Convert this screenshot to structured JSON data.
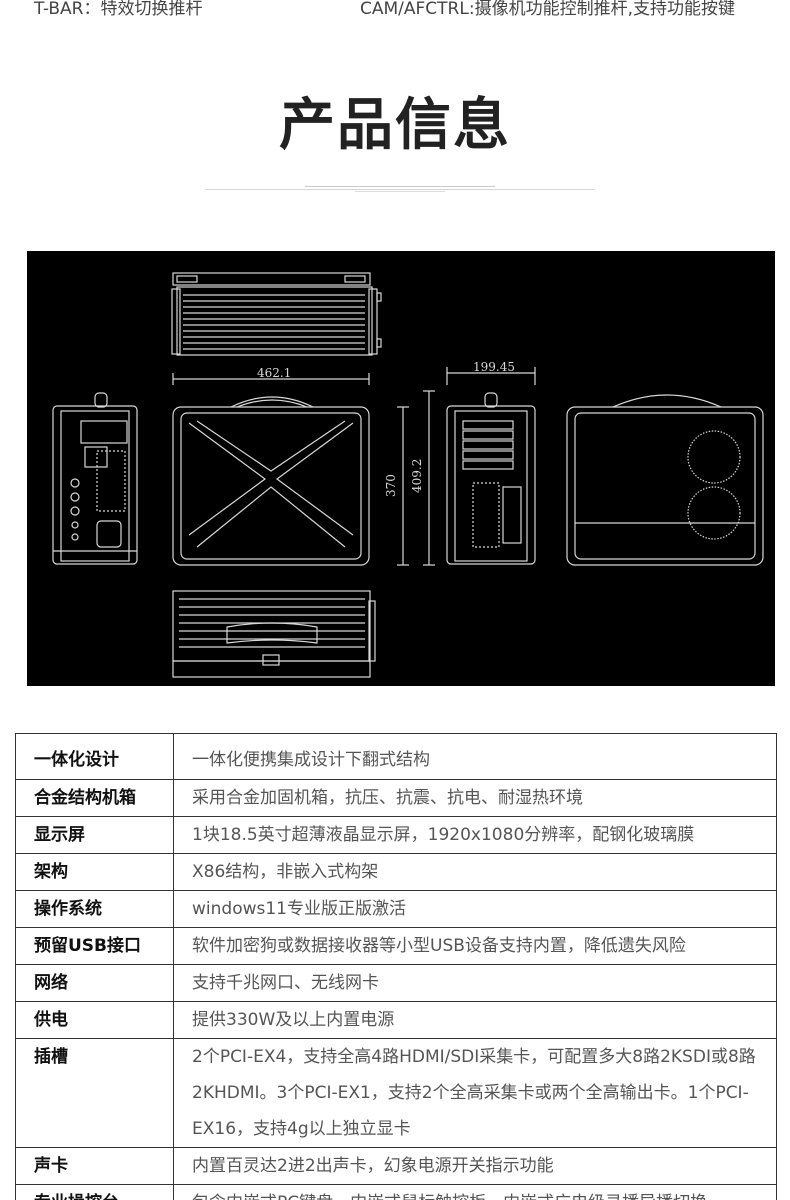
{
  "top_strip": {
    "left_text": "T-BAR：特效切换推杆",
    "right_text": "CAM/AFCTRL:摄像机功能控制推杆,支持功能按键"
  },
  "section": {
    "title": "产品信息"
  },
  "drawing": {
    "dim_width": "462.1",
    "dim_height_inner": "370",
    "dim_height_outer": "409.2",
    "dim_depth": "199.45"
  },
  "specs": [
    {
      "key": "一体化设计",
      "value": "一体化便携集成设计下翻式结构"
    },
    {
      "key": "合金结构机箱",
      "value": "采用合金加固机箱，抗压、抗震、抗电、耐湿热环境"
    },
    {
      "key": "显示屏",
      "value": "1块18.5英寸超薄液晶显示屏，1920x1080分辨率，配钢化玻璃膜"
    },
    {
      "key": "架构",
      "value": "X86结构，非嵌入式构架"
    },
    {
      "key": "操作系统",
      "value": "windows11专业版正版激活"
    },
    {
      "key": "预留USB接口",
      "value": "软件加密狗或数据接收器等小型USB设备支持内置，降低遗失风险"
    },
    {
      "key": "网络",
      "value": "支持千兆网口、无线网卡"
    },
    {
      "key": "供电",
      "value": "提供330W及以上内置电源"
    },
    {
      "key": "插槽",
      "value": "2个PCI-EX4，支持全高4路HDMI/SDI采集卡，可配置多大8路2KSDI或8路2KHDMI。3个PCI-EX1，支持2个全高采集卡或两个全高输出卡。1个PCI-EX16，支持4g以上独立显卡"
    },
    {
      "key": "声卡",
      "value": "内置百灵达2进2出声卡，幻象电源开关指示功能"
    },
    {
      "key": "专业操控台",
      "value": "包含内嵌式PC键盘、内嵌式鼠标触控板、内嵌式广电级录播导播切换"
    }
  ]
}
